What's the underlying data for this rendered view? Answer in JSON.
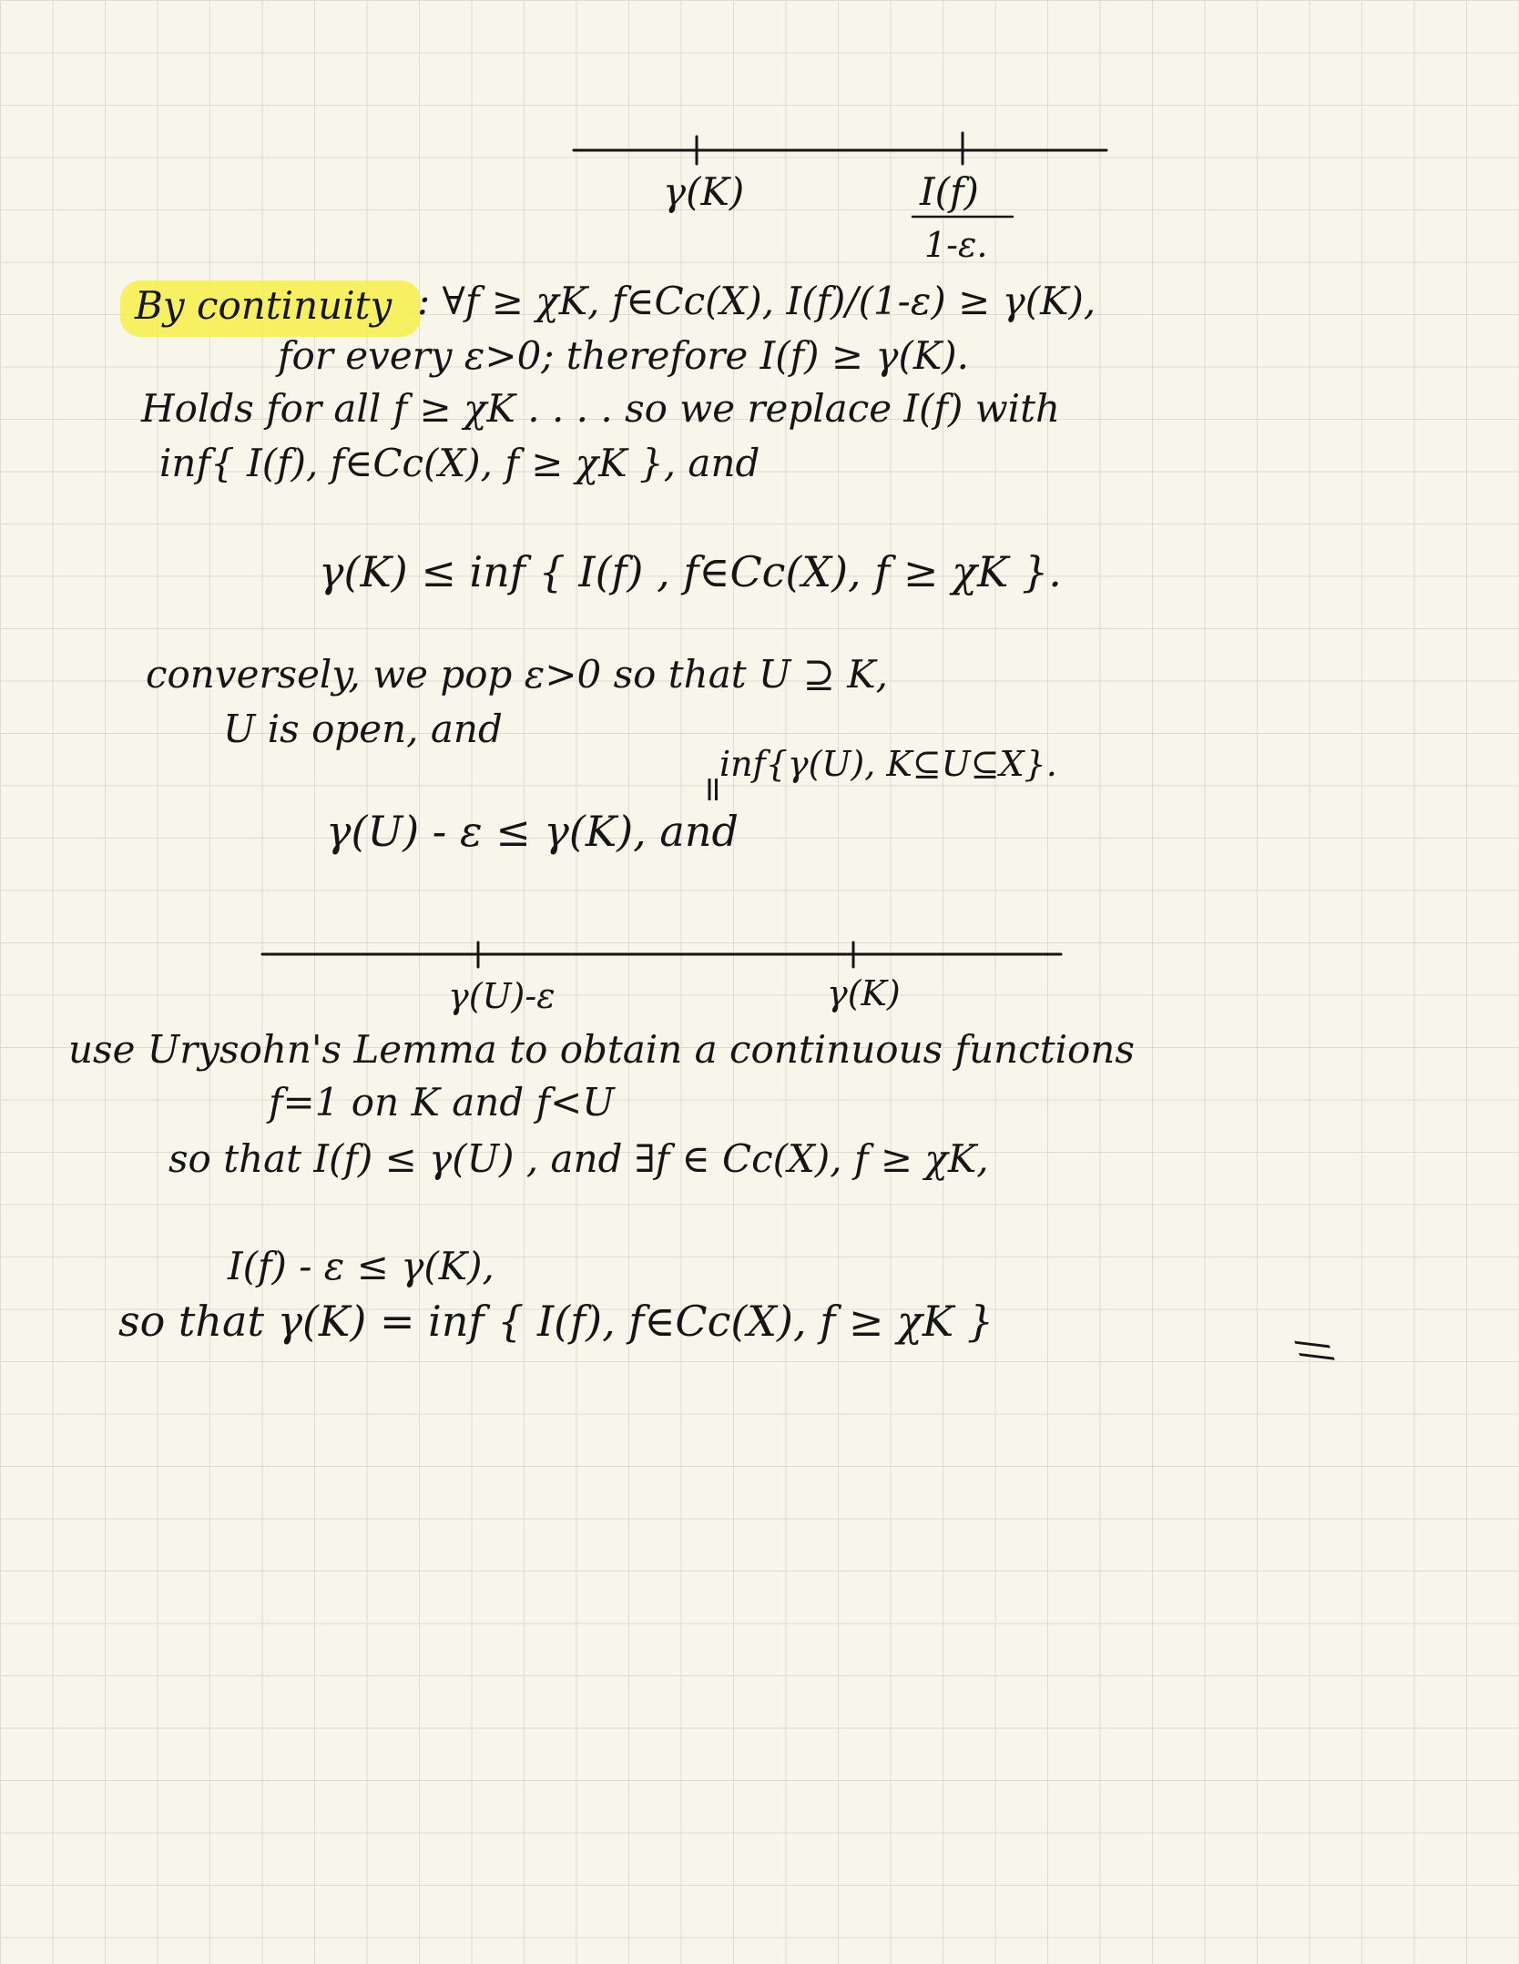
{
  "number_line_1": {
    "label_left": "γ(K)",
    "label_right_numerator": "I(f)",
    "label_right_denominator": "1-ε."
  },
  "highlight": {
    "color": "#f6ef4a"
  },
  "lines": {
    "by_continuity": "By continuity",
    "line1_rest": ": ∀f ≥ χK, f∈Cc(X),   I(f)/(1-ε) ≥ γ(K),",
    "line2": "for every ε>0; therefore I(f) ≥ γ(K).",
    "line3": "Holds for all f ≥ χK . . . . so  we replace I(f) with",
    "line4": "inf{ I(f), f∈Cc(X), f ≥ χK }, and",
    "eq1": "γ(K) ≤ inf { I(f) , f∈Cc(X),  f ≥ χK }.",
    "line5": "conversely, we  pop ε>0  so that U ⊇ K,",
    "line6": "U is open, and",
    "eq_mark": "=",
    "line7_inf": "inf{γ(U), K⊆U⊆X}.",
    "line8": "γ(U) - ε ≤ γ(K), and"
  },
  "number_line_2": {
    "label_left": "γ(U)-ε",
    "label_right": "γ(K)"
  },
  "lines2": {
    "line9": "use Urysohn's Lemma to obtain a  continuous functions",
    "line10": "f=1 on K  and   f<U",
    "line11": "so that   I(f) ≤ γ(U) ,  and ∃f ∈ Cc(X), f ≥ χK,",
    "line12": "I(f) - ε ≤ γ(K),",
    "line13": "so that γ(K) = inf { I(f), f∈Cc(X), f ≥ χK }",
    "end_mark": "//"
  }
}
